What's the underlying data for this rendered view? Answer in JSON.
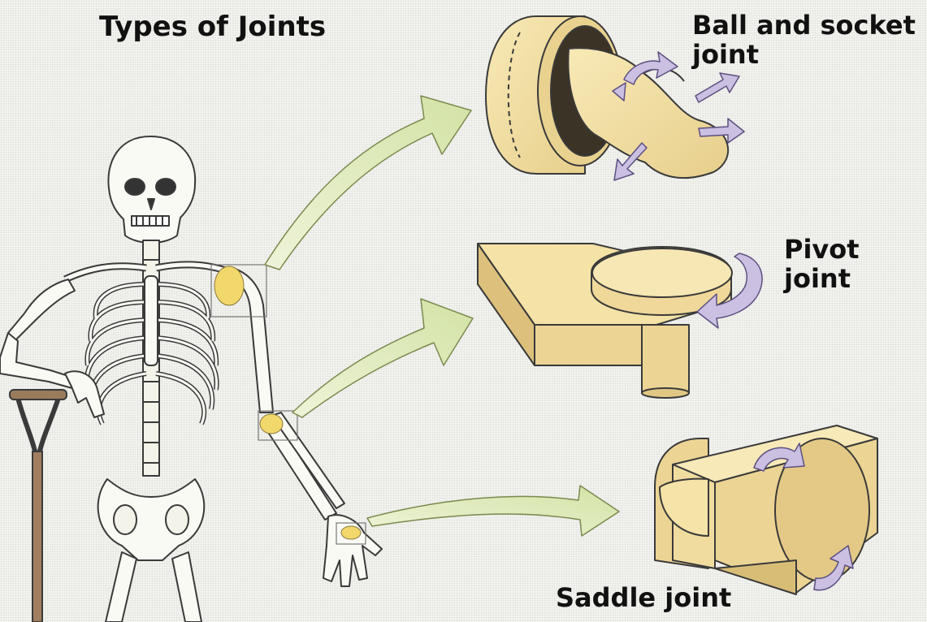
{
  "title": "Types of Joints",
  "joints": [
    {
      "line1": "Ball and socket",
      "line2": "joint"
    },
    {
      "line1": "Pivot",
      "line2": "joint"
    },
    {
      "line1": "Saddle joint"
    }
  ],
  "colors": {
    "bone": "#fafaf5",
    "bone_outline": "#3a3a3a",
    "joint_block": "#f3e0a4",
    "joint_shadow": "#d9bf78",
    "arrow_green": "#dce8b4",
    "rotation_arrow": "#c9bde0"
  }
}
